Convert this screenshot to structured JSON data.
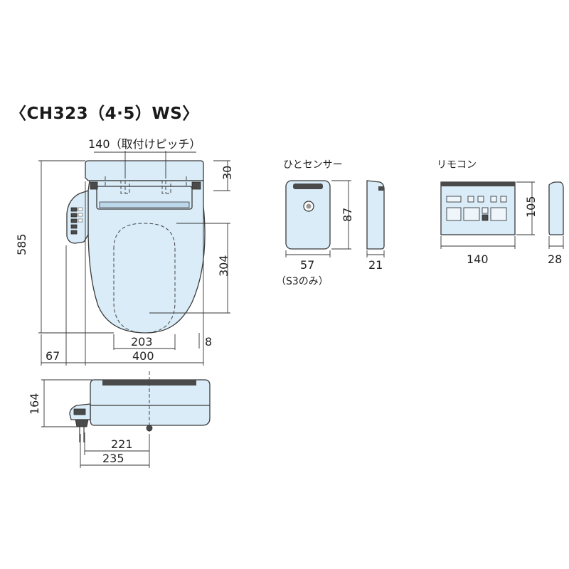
{
  "title": "〈CH323（4·5）WS〉",
  "labels": {
    "sensor": "ひとセンサー",
    "remote": "リモコン",
    "mount_pitch": "140（取付けピッチ）",
    "s3_only": "（S3のみ）"
  },
  "dims": {
    "top_h": "30",
    "total_len": "585",
    "bowl_depth": "304",
    "inner_w": "203",
    "total_w": "400",
    "side_offset": "67",
    "edge_gap": "8",
    "height": "164",
    "base_221": "221",
    "base_235": "235",
    "sensor_h": "87",
    "sensor_w": "57",
    "sensor_d": "21",
    "remote_h": "105",
    "remote_w": "140",
    "remote_d": "28"
  },
  "colors": {
    "body": "#d9ecf8",
    "line": "#3a3a3a"
  }
}
